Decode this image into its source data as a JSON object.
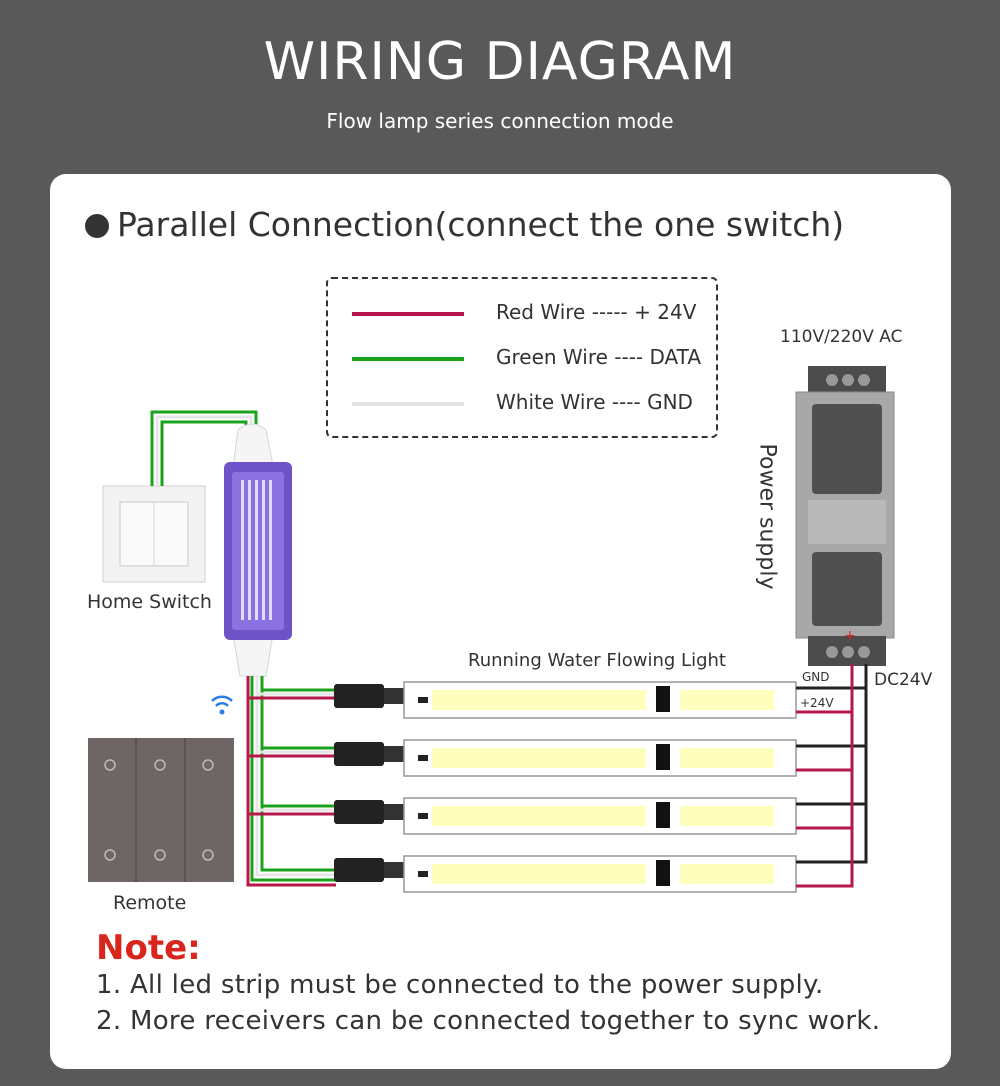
{
  "header": {
    "title": "WIRING DIAGRAM",
    "subtitle": "Flow lamp series connection mode"
  },
  "section": {
    "title": "Parallel Connection(connect the  one switch)"
  },
  "legend": {
    "items": [
      {
        "label": "Red Wire ----- + 24V",
        "color": "#b5174a"
      },
      {
        "label": "Green Wire ---- DATA",
        "color": "#1aa31a"
      },
      {
        "label": "White Wire ---- GND",
        "color": "#e3e3e3"
      }
    ]
  },
  "labels": {
    "home_switch": "Home Switch",
    "remote": "Remote",
    "running_light": "Running Water Flowing Light",
    "ac_input": "110V/220V AC",
    "power_supply": "Power supply",
    "gnd": "GND",
    "plus24v": "+24V",
    "dc24v": "DC24V"
  },
  "note": {
    "title": "Note:",
    "items": [
      "1.  All led strip must be connected to the power supply.",
      "2.  More receivers can be connected together to sync work."
    ]
  },
  "colors": {
    "background": "#595959",
    "panel": "#ffffff",
    "red_wire": "#b5174a",
    "green_wire": "#1aa31a",
    "white_wire": "#e3e3e3",
    "note_title": "#d9261c"
  },
  "icons": [
    "wifi-icon",
    "bullet-icon"
  ]
}
